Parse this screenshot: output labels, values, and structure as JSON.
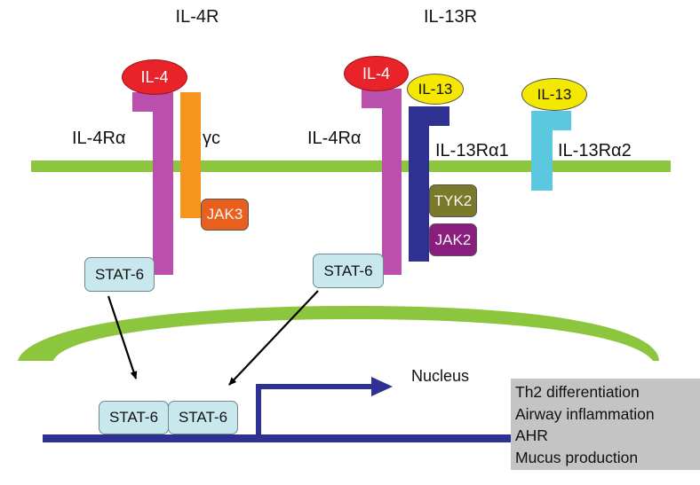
{
  "diagram": {
    "complexes": [
      {
        "title": "IL-4R"
      },
      {
        "title": "IL-13R"
      }
    ],
    "ligands": {
      "il4_left": "IL-4",
      "il4_right": "IL-4",
      "il13_a1": "IL-13",
      "il13_a2": "IL-13"
    },
    "receptors": {
      "il4ra_left": "IL-4Rα",
      "gamma_c": "γc",
      "il4ra_right": "IL-4Rα",
      "il13ra1": "IL-13Rα1",
      "il13ra2": "IL-13Rα2"
    },
    "kinases": {
      "jak3": "JAK3",
      "tyk2": "TYK2",
      "jak2": "JAK2"
    },
    "stat": {
      "left": "STAT-6",
      "right": "STAT-6",
      "dimer_a": "STAT-6",
      "dimer_b": "STAT-6"
    },
    "nucleus_label": "Nucleus",
    "outcomes": [
      "Th2 differentiation",
      "Airway inflammation",
      "AHR",
      "Mucus production"
    ],
    "colors": {
      "membrane": "#8cc63f",
      "il4": "#e8232a",
      "il13": "#f5e800",
      "il4ra": "#bb4fae",
      "gamma_c": "#f7941d",
      "il13ra1": "#2e3192",
      "il13ra2": "#5bc8e0",
      "jak3": "#e8601c",
      "tyk2": "#7b7a2a",
      "jak2": "#8a1e7e",
      "stat6": "#c8e8ee",
      "dna": "#2e3192",
      "outcome_box": "#c4c4c4"
    }
  }
}
